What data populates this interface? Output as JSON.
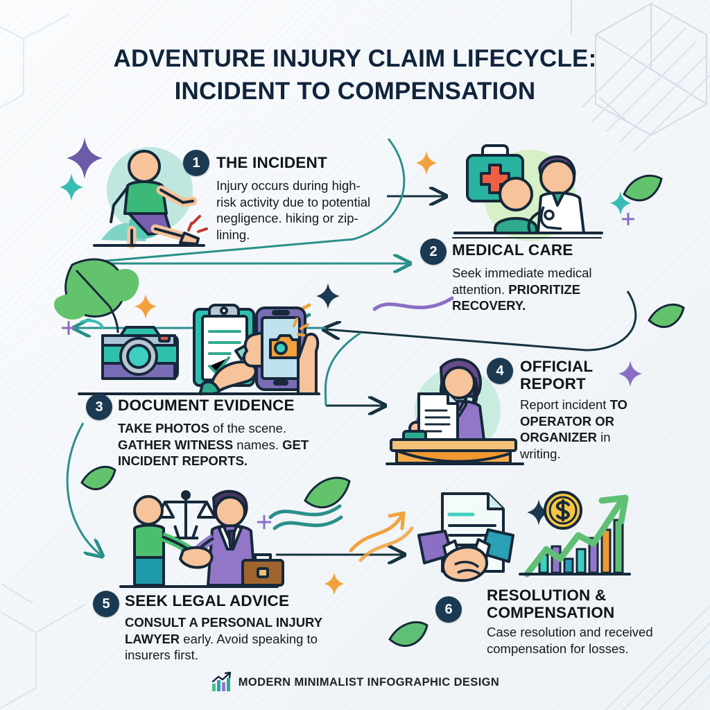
{
  "title": {
    "line1": "Adventure Injury Claim Lifecycle:",
    "line2": "Incident to Compensation"
  },
  "colors": {
    "badge": "#1b3a52",
    "heading": "#101418",
    "arrow_dark": "#15333f",
    "arrow_teal": "#2a8f8a",
    "accent_green": "#4cb963",
    "accent_orange": "#f0a martin",
    "accent_purple": "#8a6fc4",
    "mint": "#bfe7e0",
    "background": "#f4f7fa"
  },
  "steps": [
    {
      "number": "1",
      "heading": "The Incident",
      "body_runs": [
        {
          "text": "Injury occurs during high-risk activity due to potential negligence. hiking or zip-lining.",
          "bold": false
        }
      ],
      "illustration": "injured-hiker-sitting-icon"
    },
    {
      "number": "2",
      "heading": "Medical Care",
      "body_runs": [
        {
          "text": "Seek immediate medical attention. ",
          "bold": false
        },
        {
          "text": "PRIORITIZE RECOVERY.",
          "bold": true
        }
      ],
      "illustration": "doctor-patient-first-aid-kit-icon"
    },
    {
      "number": "3",
      "heading": "Document Evidence",
      "body_runs": [
        {
          "text": "TAKE PHOTOS",
          "bold": true
        },
        {
          "text": " of the scene. ",
          "bold": false
        },
        {
          "text": "GATHER WITNESS",
          "bold": true
        },
        {
          "text": " names. ",
          "bold": false
        },
        {
          "text": "GET INCIDENT REPORTS.",
          "bold": true
        }
      ],
      "illustration": "camera-clipboard-phone-icon"
    },
    {
      "number": "4",
      "heading": "Official Report",
      "body_runs": [
        {
          "text": "Report incident ",
          "bold": false
        },
        {
          "text": "TO OPERATOR OR ORGANIZER",
          "bold": true
        },
        {
          "text": " in writing.",
          "bold": false
        }
      ],
      "illustration": "clerk-at-desk-with-document-icon"
    },
    {
      "number": "5",
      "heading": "Seek Legal Advice",
      "body_runs": [
        {
          "text": "CONSULT A PERSONAL INJURY LAWYER",
          "bold": true
        },
        {
          "text": " early. Avoid speaking to insurers first.",
          "bold": false
        }
      ],
      "illustration": "handshake-lawyer-scales-icon"
    },
    {
      "number": "6",
      "heading": "Resolution & Compensation",
      "body_runs": [
        {
          "text": "Case resolution and received compensation for losses.",
          "bold": false
        }
      ],
      "illustration": "handshake-document-coin-growth-chart-icon"
    }
  ],
  "footer": {
    "label": "Modern Minimalist Infographic Design",
    "icon": "bar-chart-growth-icon"
  }
}
